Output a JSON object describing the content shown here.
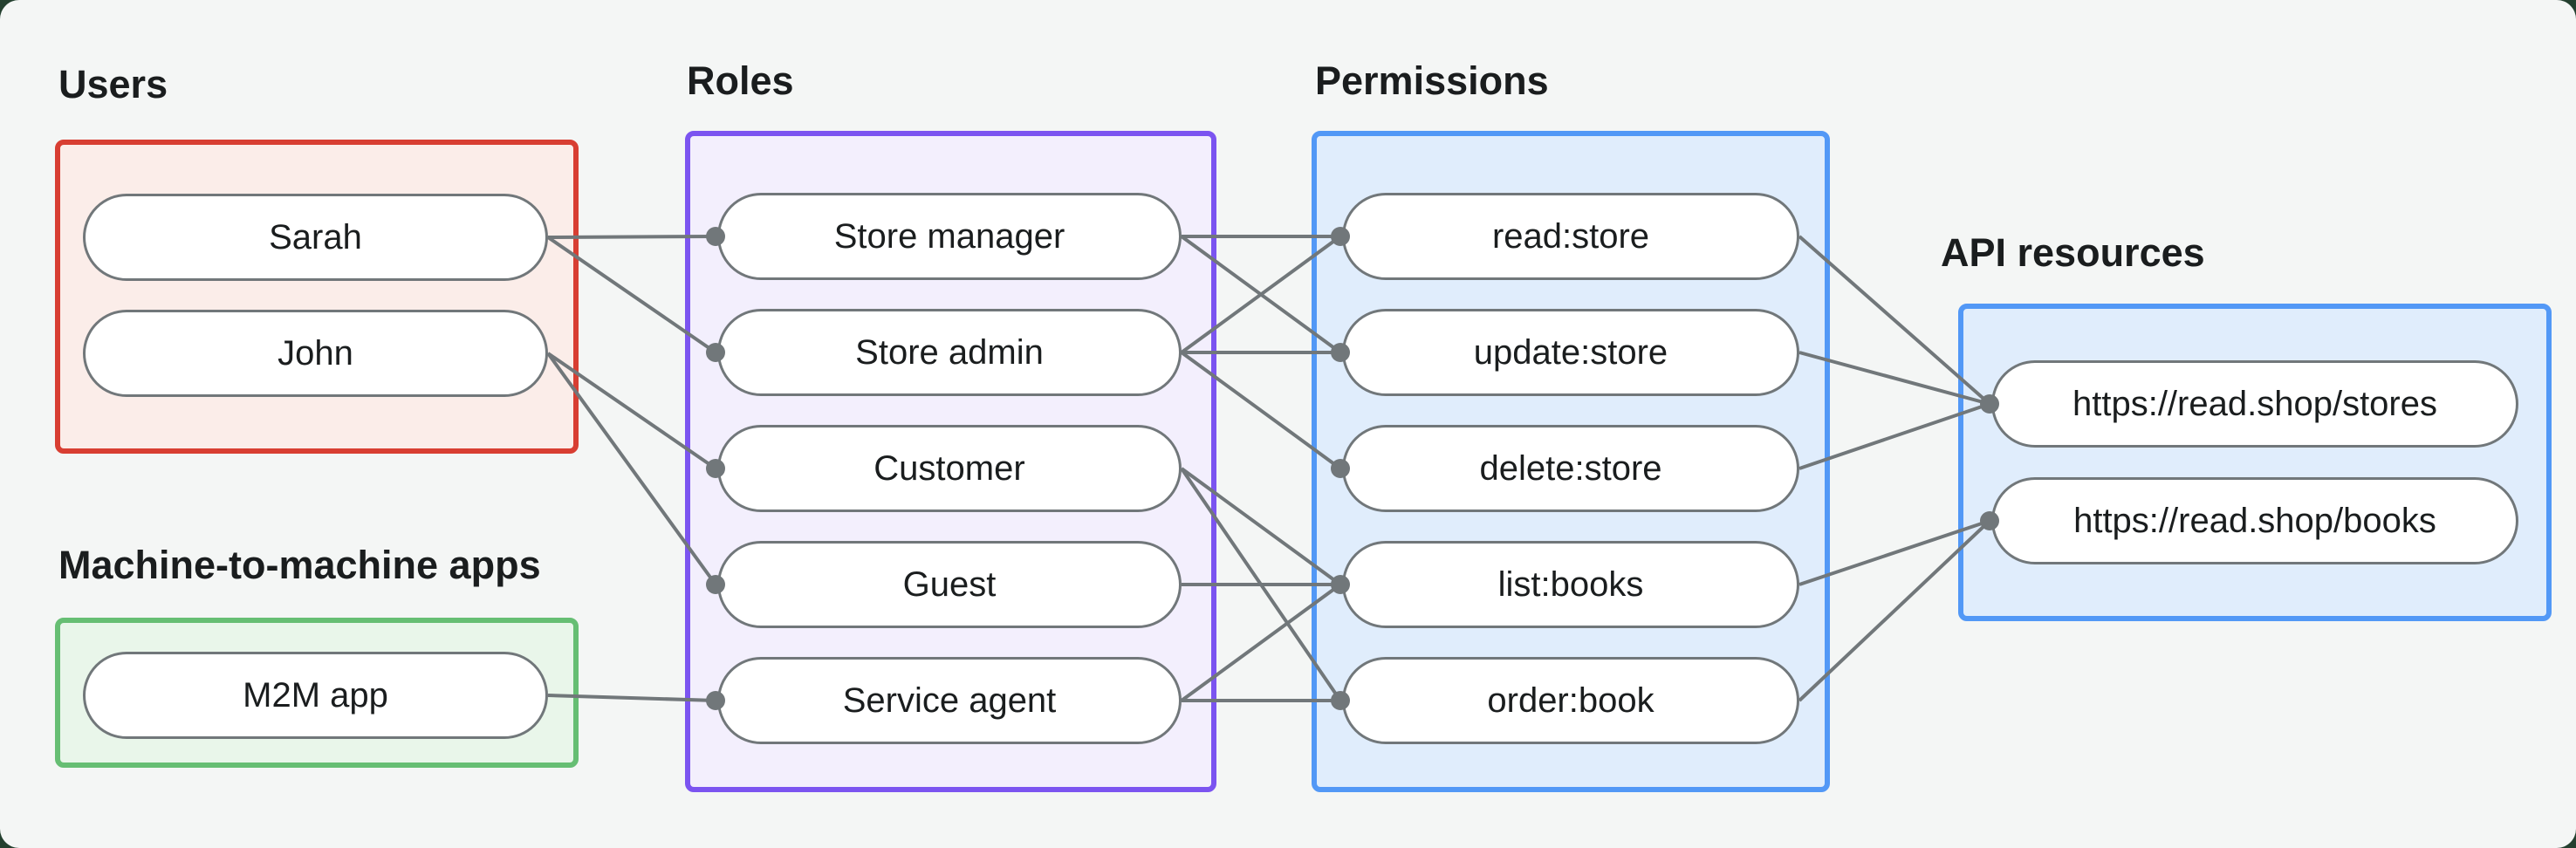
{
  "page": {
    "background_color": "#F4F6F5",
    "outside_color": "#24402F",
    "text_color": "#1A1D1E",
    "node_border_color": "#71777A",
    "edge_color": "#71777A",
    "edge_dot_color": "#71777A"
  },
  "themes": {
    "red": {
      "border": "#D83E32",
      "fill": "#FBEDE9"
    },
    "green": {
      "border": "#66BE73",
      "fill": "#E9F6EA"
    },
    "purple": {
      "border": "#7B54F0",
      "fill": "#F3EFFD"
    },
    "blue": {
      "border": "#5298F6",
      "fill": "#E0EDFC"
    }
  },
  "groups": [
    {
      "id": "users",
      "title": "Users",
      "theme": "red",
      "nodes": [
        {
          "id": "sarah",
          "label": "Sarah"
        },
        {
          "id": "john",
          "label": "John"
        }
      ]
    },
    {
      "id": "m2m",
      "title": "Machine-to-machine apps",
      "theme": "green",
      "nodes": [
        {
          "id": "m2m-app",
          "label": "M2M app"
        }
      ]
    },
    {
      "id": "roles",
      "title": "Roles",
      "theme": "purple",
      "nodes": [
        {
          "id": "store-manager",
          "label": "Store manager"
        },
        {
          "id": "store-admin",
          "label": "Store admin"
        },
        {
          "id": "customer",
          "label": "Customer"
        },
        {
          "id": "guest",
          "label": "Guest"
        },
        {
          "id": "service-agent",
          "label": "Service agent"
        }
      ]
    },
    {
      "id": "permissions",
      "title": "Permissions",
      "theme": "blue",
      "nodes": [
        {
          "id": "read-store",
          "label": "read:store"
        },
        {
          "id": "update-store",
          "label": "update:store"
        },
        {
          "id": "delete-store",
          "label": "delete:store"
        },
        {
          "id": "list-books",
          "label": "list:books"
        },
        {
          "id": "order-book",
          "label": "order:book"
        }
      ]
    },
    {
      "id": "api",
      "title": "API resources",
      "theme": "blue",
      "nodes": [
        {
          "id": "stores-api",
          "label": "https://read.shop/stores"
        },
        {
          "id": "books-api",
          "label": "https://read.shop/books"
        }
      ]
    }
  ],
  "edges": [
    {
      "from": "sarah",
      "to": "store-manager"
    },
    {
      "from": "sarah",
      "to": "store-admin"
    },
    {
      "from": "john",
      "to": "customer"
    },
    {
      "from": "john",
      "to": "guest"
    },
    {
      "from": "m2m-app",
      "to": "service-agent"
    },
    {
      "from": "store-manager",
      "to": "read-store"
    },
    {
      "from": "store-manager",
      "to": "update-store"
    },
    {
      "from": "store-admin",
      "to": "read-store"
    },
    {
      "from": "store-admin",
      "to": "update-store"
    },
    {
      "from": "store-admin",
      "to": "delete-store"
    },
    {
      "from": "customer",
      "to": "list-books"
    },
    {
      "from": "customer",
      "to": "order-book"
    },
    {
      "from": "guest",
      "to": "list-books"
    },
    {
      "from": "service-agent",
      "to": "list-books"
    },
    {
      "from": "service-agent",
      "to": "order-book"
    },
    {
      "from": "read-store",
      "to": "stores-api"
    },
    {
      "from": "update-store",
      "to": "stores-api"
    },
    {
      "from": "delete-store",
      "to": "stores-api"
    },
    {
      "from": "list-books",
      "to": "books-api"
    },
    {
      "from": "order-book",
      "to": "books-api"
    }
  ]
}
